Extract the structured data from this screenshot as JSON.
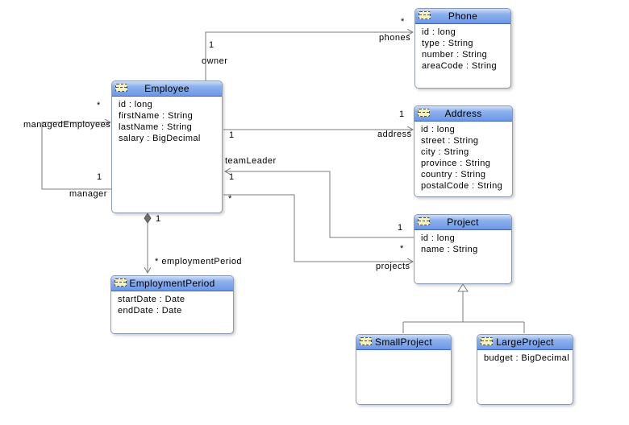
{
  "diagram_type": "uml-class-diagram",
  "classes": {
    "phone": {
      "name": "Phone",
      "attributes": [
        "id : long",
        "type : String",
        "number : String",
        "areaCode : String"
      ]
    },
    "employee": {
      "name": "Employee",
      "attributes": [
        "id : long",
        "firstName : String",
        "lastName : String",
        "salary : BigDecimal"
      ]
    },
    "address": {
      "name": "Address",
      "attributes": [
        "id : long",
        "street : String",
        "city : String",
        "province : String",
        "country : String",
        "postalCode : String"
      ]
    },
    "project": {
      "name": "Project",
      "attributes": [
        "id : long",
        "name : String"
      ]
    },
    "employmentPeriod": {
      "name": "EmploymentPeriod",
      "attributes": [
        "startDate : Date",
        "endDate : Date"
      ]
    },
    "smallProject": {
      "name": "SmallProject",
      "attributes": []
    },
    "largeProject": {
      "name": "LargeProject",
      "attributes": [
        "budget : BigDecimal"
      ]
    }
  },
  "labels": {
    "owner_mult": "1",
    "owner_role": "owner",
    "phones_mult": "*",
    "phones_role": "phones",
    "managed_mult": "*",
    "managed_role": "managedEmployees",
    "manager_mult": "1",
    "manager_role": "manager",
    "address_src_mult": "1",
    "address_tgt_mult": "1",
    "address_role": "address",
    "teamleader_role": "teamLeader",
    "teamleader_src_mult": "1",
    "teamleader_tgt_mult": "1",
    "projects_src_mult": "*",
    "projects_tgt_mult": "*",
    "projects_role": "projects",
    "employment_src_mult": "1",
    "employment_role": "* employmentPeriod"
  },
  "relationships": [
    {
      "from": "Employee",
      "to": "Phone",
      "type": "association",
      "source": "1 owner",
      "target": "* phones"
    },
    {
      "from": "Employee",
      "to": "Employee",
      "type": "association",
      "source": "* managedEmployees",
      "target": "1 manager"
    },
    {
      "from": "Employee",
      "to": "Address",
      "type": "association",
      "source": "1",
      "target": "1 address"
    },
    {
      "from": "Project",
      "to": "Employee",
      "type": "association",
      "source": "1",
      "target": "1 teamLeader"
    },
    {
      "from": "Employee",
      "to": "Project",
      "type": "association",
      "source": "*",
      "target": "* projects"
    },
    {
      "from": "Employee",
      "to": "EmploymentPeriod",
      "type": "composition",
      "source": "1",
      "target": "* employmentPeriod"
    },
    {
      "from": "SmallProject",
      "to": "Project",
      "type": "generalization"
    },
    {
      "from": "LargeProject",
      "to": "Project",
      "type": "generalization"
    }
  ],
  "colors": {
    "header_top": "#cfdff8",
    "header_bottom": "#6b97e6",
    "header_border": "#3c64c8",
    "icon_fill": "#f6f2bd",
    "line": "#7b7b7b"
  }
}
